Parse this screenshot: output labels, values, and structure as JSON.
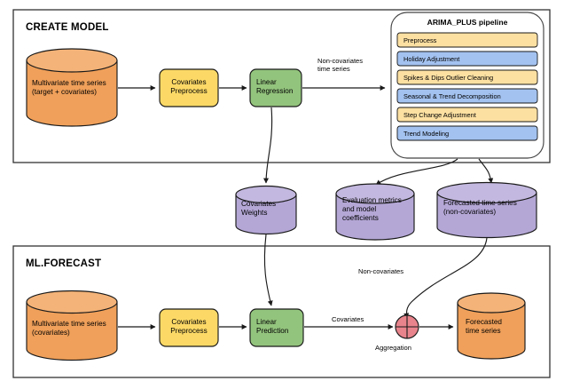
{
  "diagram": {
    "title_create": "CREATE MODEL",
    "title_forecast": "ML.FORECAST"
  },
  "create_model": {
    "source_cylinder": "Multivariate time series\n(target + covariates)",
    "preprocess_box": "Covariates\nPreprocess",
    "regression_box": "Linear\nRegression",
    "edge_noncov": "Non-covariates\ntime series"
  },
  "pipeline": {
    "title": "ARIMA_PLUS pipeline",
    "steps": [
      {
        "label": "Preprocess",
        "color": "#FCE0A2"
      },
      {
        "label": "Holiday Adjustment",
        "color": "#A3C2F0"
      },
      {
        "label": "Spikes & Dips Outlier Cleaning",
        "color": "#FCE0A2"
      },
      {
        "label": "Seasonal & Trend Decomposition",
        "color": "#A3C2F0"
      },
      {
        "label": "Step Change Adjustment",
        "color": "#FCE0A2"
      },
      {
        "label": "Trend Modeling",
        "color": "#A3C2F0"
      }
    ]
  },
  "stores": {
    "covariates_weights": "Covariates\nWeights",
    "evaluation_metrics": "Evaluation metrics\nand model\ncoefficients",
    "forecasted_noncov": "Forecasted time series\n(non-covariates)"
  },
  "ml_forecast": {
    "source_cylinder": "Multivariate time series\n(covariates)",
    "preprocess_box": "Covariates\nPreprocess",
    "prediction_box": "Linear\nPrediction",
    "edge_covariates": "Covariates",
    "edge_noncovariates": "Non-covariates",
    "aggregation_label": "Aggregation",
    "output_cylinder": "Forecasted\ntime series"
  },
  "colors": {
    "orange": "#F0A05A",
    "orange_top": "#F4B378",
    "yellow": "#FCD966",
    "green": "#93C47D",
    "purple": "#B4A7D6",
    "purple_top": "#C3B8DF",
    "pink": "#E8848C",
    "stroke": "#1a1a1a",
    "frame": "#333333"
  }
}
